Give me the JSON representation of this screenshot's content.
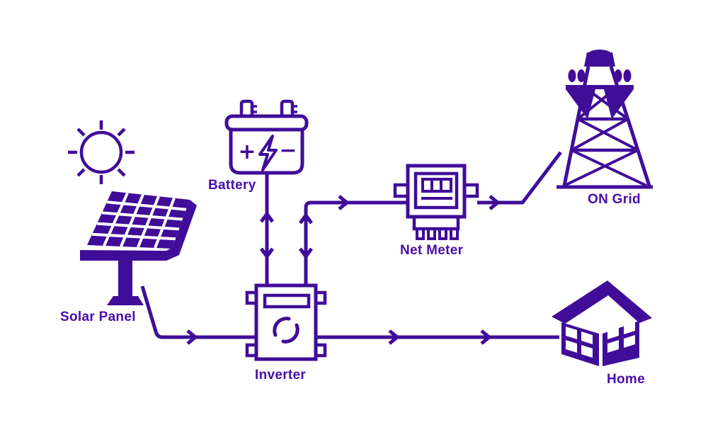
{
  "colors": {
    "ink": "#400D99",
    "label_text": "#4A0DA8",
    "background": "#FFFFFF"
  },
  "nodes": [
    {
      "id": "solar-panel",
      "label": "Solar Panel"
    },
    {
      "id": "battery",
      "label": "Battery"
    },
    {
      "id": "inverter",
      "label": "Inverter"
    },
    {
      "id": "net-meter",
      "label": "Net Meter"
    },
    {
      "id": "on-grid",
      "label": "ON Grid"
    },
    {
      "id": "home",
      "label": "Home"
    }
  ],
  "battery_markings": {
    "plus": "+",
    "minus": "−"
  },
  "edges": [
    {
      "from": "solar-panel",
      "to": "inverter",
      "direction": "one-way"
    },
    {
      "from": "battery",
      "to": "inverter",
      "direction": "two-way"
    },
    {
      "from": "inverter",
      "to": "net-meter",
      "direction": "two-way"
    },
    {
      "from": "net-meter",
      "to": "on-grid",
      "direction": "one-way"
    },
    {
      "from": "inverter",
      "to": "home",
      "direction": "one-way"
    }
  ]
}
